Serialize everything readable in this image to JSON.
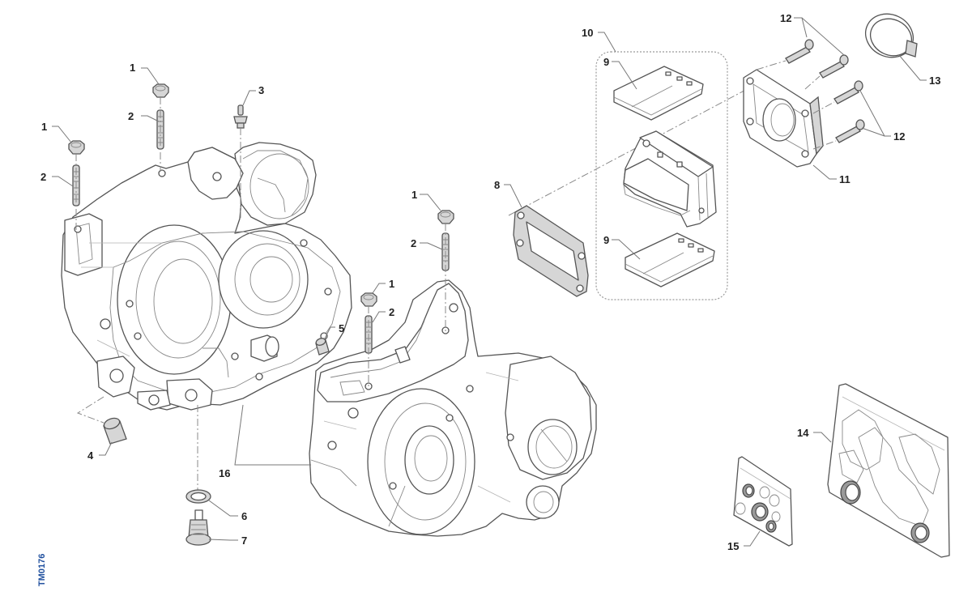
{
  "diagram": {
    "reference_code": "TM0176",
    "callouts": {
      "nut_left": "1",
      "stud_left": "2",
      "nut_top": "1",
      "stud_top": "2",
      "bleed_screw": "3",
      "dowel_left": "4",
      "dowel_mid": "5",
      "washer": "6",
      "drain_plug": "7",
      "reed_gasket": "8",
      "reed_petal_top": "9",
      "reed_petal_bottom": "9",
      "reed_valve_assembly": "10",
      "intake_manifold": "11",
      "screws_top": "12",
      "screws_bottom": "12",
      "hose_clamp": "13",
      "gasket_kit": "14",
      "oil_seal_kit": "15",
      "crankcase_pair": "16",
      "nut_right_top": "1",
      "stud_right_top": "2",
      "nut_right_mid": "1",
      "stud_right_mid": "2"
    },
    "colors": {
      "line": "#555555",
      "callout_text": "#222222",
      "reference_code": "#1f4f9e"
    }
  }
}
